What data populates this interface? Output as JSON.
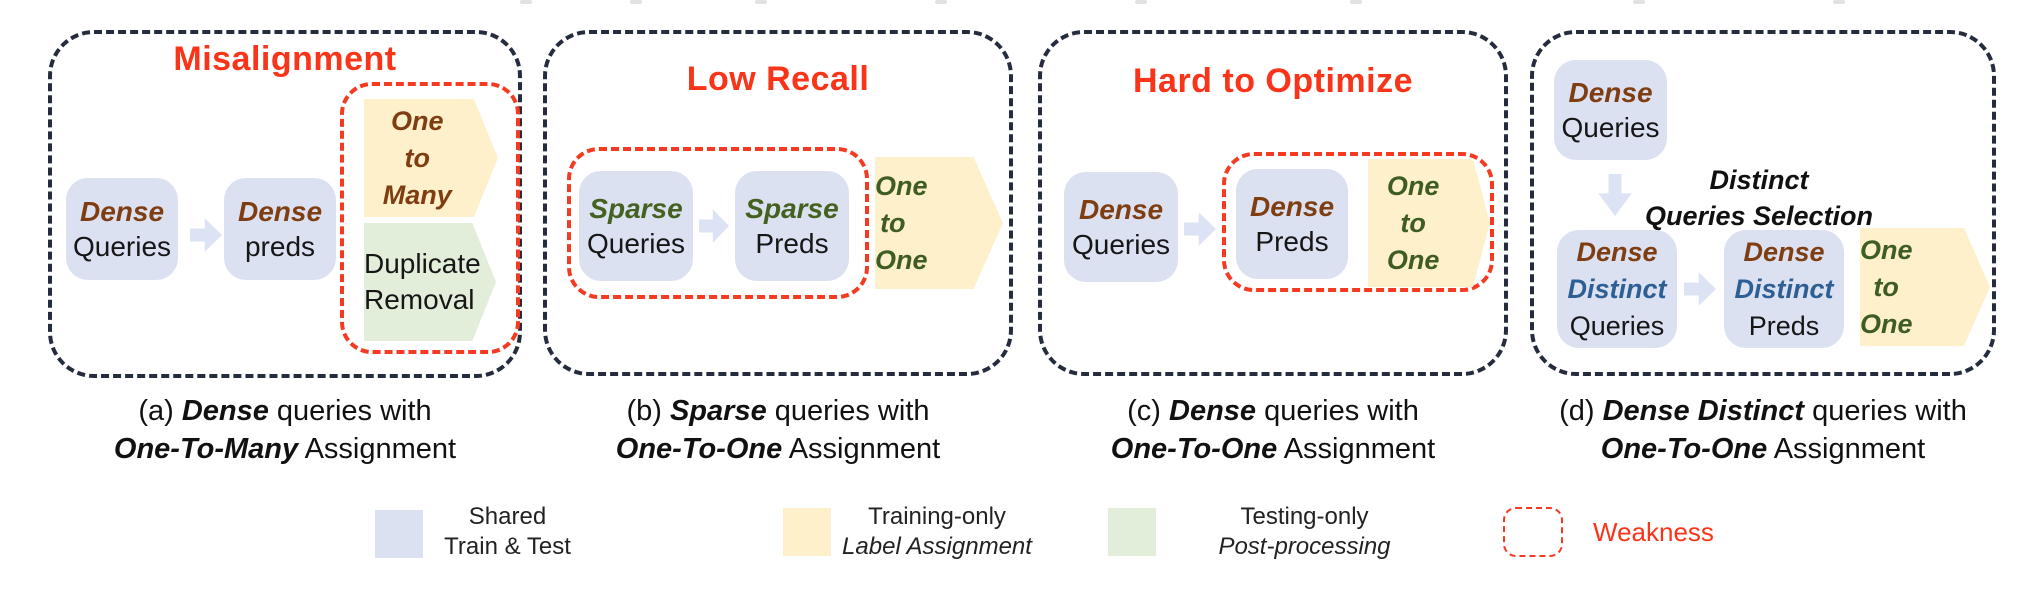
{
  "figure": {
    "description_colors": {
      "shared_fill": "#dbe1f1",
      "training_fill": "#fdf0ca",
      "testing_fill": "#e3eeda",
      "weakness_red": "#f43b22",
      "title_red": "#f93419",
      "dense_brown": "#7f3d12",
      "sparse_green": "#45611f",
      "one_to_one_green": "#3f5c22",
      "distinct_blue": "#2d5f94",
      "panel_border_dark": "#242c3e",
      "connector_blue": "#dce3f4"
    }
  },
  "panels": {
    "a": {
      "title": "Misalignment",
      "queries_box": {
        "l1": "Dense",
        "l2": "Queries"
      },
      "preds_box": {
        "l1": "Dense",
        "l2": "preds"
      },
      "assignment": {
        "l1": "One",
        "l2": "to",
        "l3": "Many"
      },
      "postprocess": {
        "l1": "Duplicate",
        "l2": "Removal"
      },
      "caption": {
        "index": "(a) ",
        "em1": "Dense",
        "t1": " queries with",
        "em2": "One-To-Many",
        "t2": " Assignment"
      }
    },
    "b": {
      "title": "Low Recall",
      "queries_box": {
        "l1": "Sparse",
        "l2": "Queries"
      },
      "preds_box": {
        "l1": "Sparse",
        "l2": "Preds"
      },
      "assignment": {
        "l1": "One",
        "l2": "to",
        "l3": "One"
      },
      "caption": {
        "index": "(b) ",
        "em1": "Sparse",
        "t1": " queries with",
        "em2": "One-To-One",
        "t2": " Assignment"
      }
    },
    "c": {
      "title": "Hard to Optimize",
      "queries_box": {
        "l1": "Dense",
        "l2": "Queries"
      },
      "preds_box": {
        "l1": "Dense",
        "l2": "Preds"
      },
      "assignment": {
        "l1": "One",
        "l2": "to",
        "l3": "One"
      },
      "caption": {
        "index": "(c) ",
        "em1": "Dense",
        "t1": " queries with",
        "em2": "One-To-One",
        "t2": " Assignment"
      }
    },
    "d": {
      "top_box": {
        "l1": "Dense",
        "l2": "Queries"
      },
      "selection_label": {
        "l1": "Distinct",
        "l2": "Queries Selection"
      },
      "queries_box": {
        "l1": "Dense",
        "l2": "Distinct",
        "l3": "Queries"
      },
      "preds_box": {
        "l1": "Dense",
        "l2": "Distinct",
        "l3": "Preds"
      },
      "assignment": {
        "l1": "One",
        "l2": "to",
        "l3": "One"
      },
      "caption": {
        "index": "(d) ",
        "em1": "Dense Distinct",
        "t1": " queries with",
        "em2": "One-To-One",
        "t2": " Assignment"
      }
    }
  },
  "legend": {
    "shared": {
      "l1": "Shared",
      "l2": "Train & Test"
    },
    "training": {
      "l1": "Training-only",
      "l2": "Label Assignment"
    },
    "testing": {
      "l1": "Testing-only",
      "l2": "Post-processing"
    },
    "weakness": {
      "label": "Weakness"
    }
  }
}
